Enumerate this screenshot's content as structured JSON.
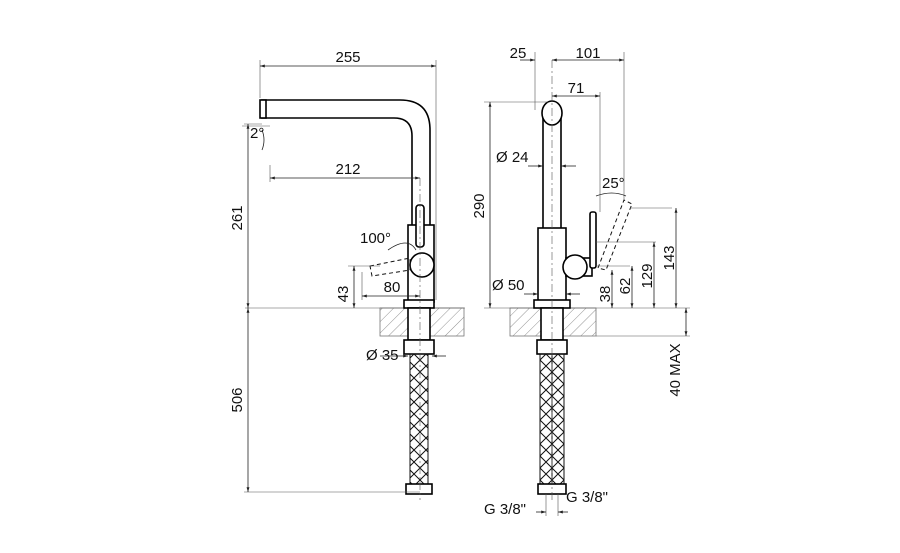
{
  "side_view": {
    "dimensions": {
      "overall_reach": "255",
      "spout_angle": "2°",
      "spout_to_axis": "212",
      "total_height": "261",
      "lever_rotation": "100°",
      "lever_height": "43",
      "lever_reach": "80",
      "shank_diameter": "Ø 35",
      "hose_length": "506"
    }
  },
  "front_view": {
    "dimensions": {
      "offset_left": "25",
      "offset_right": "101",
      "lever_offset": "71",
      "spout_height": "290",
      "spout_diameter": "Ø 24",
      "lever_tilt": "25°",
      "base_diameter": "Ø 50",
      "h_38": "38",
      "h_62": "62",
      "h_129": "129",
      "h_143": "143",
      "deck_max": "40 MAX",
      "connection_left": "G 3/8\"",
      "connection_right": "G 3/8\""
    }
  }
}
